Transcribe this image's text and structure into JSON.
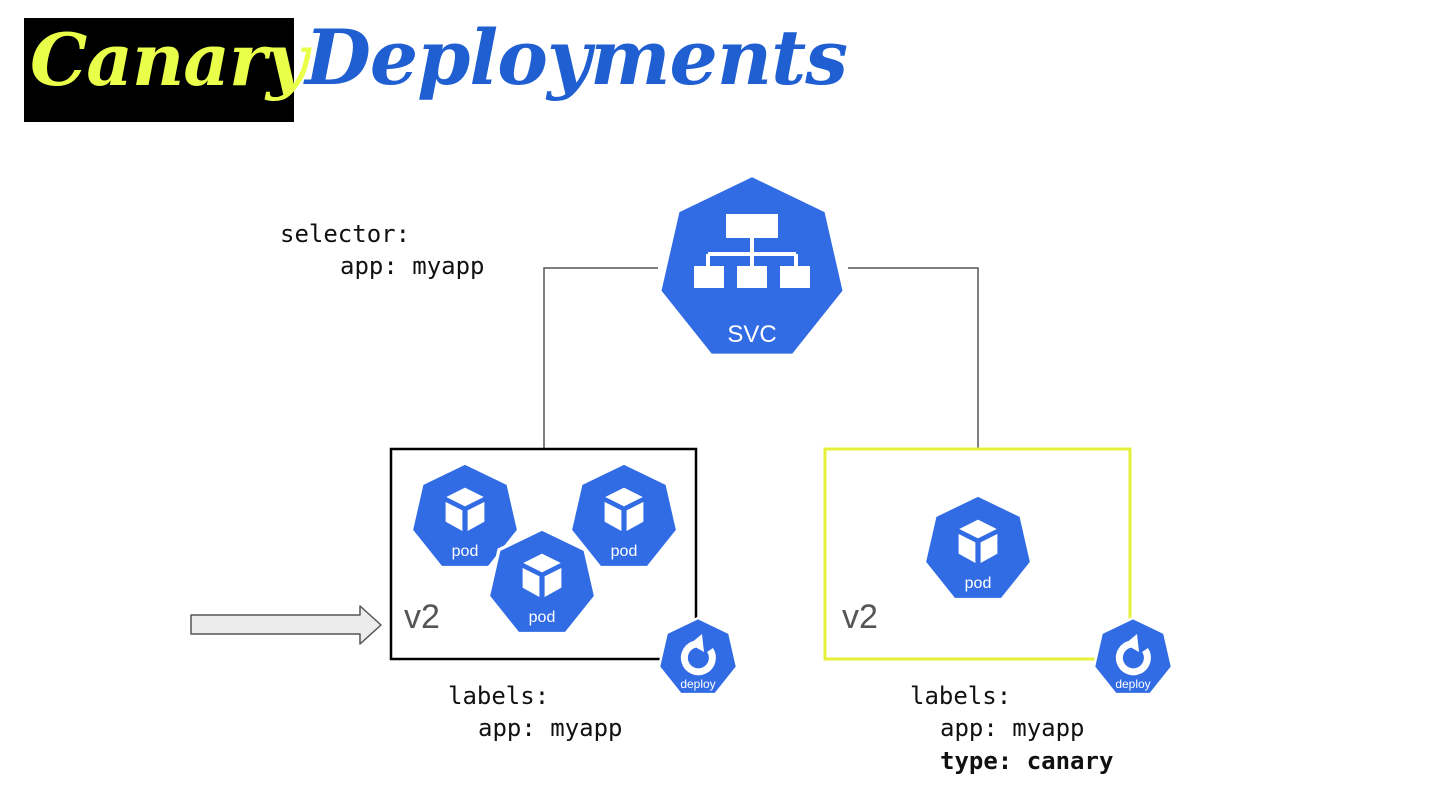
{
  "title": {
    "word1": "Canary",
    "word2": "Deployments"
  },
  "service": {
    "selector_key": "selector:",
    "selector_value": "app: myapp",
    "icon_label": "SVC"
  },
  "left_group": {
    "version": "v2",
    "pods": [
      "pod",
      "pod",
      "pod"
    ],
    "deploy_label": "deploy",
    "labels_key": "labels:",
    "labels_app": "app: myapp"
  },
  "right_group": {
    "version": "v2",
    "pods": [
      "pod"
    ],
    "deploy_label": "deploy",
    "labels_key": "labels:",
    "labels_app": "app: myapp",
    "labels_type": "type: canary"
  },
  "colors": {
    "k8s_blue": "#326ce5",
    "title_blue": "#1f5fd1",
    "title_yellow": "#eaff4a",
    "canary_border": "#e6f03a"
  }
}
